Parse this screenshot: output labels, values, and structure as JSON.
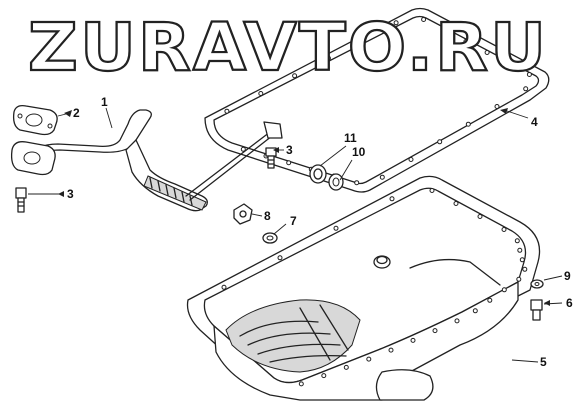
{
  "watermark": "ZURAVTO.RU",
  "callouts": [
    {
      "id": "c1",
      "text": "1"
    },
    {
      "id": "c2",
      "text": "2"
    },
    {
      "id": "c3a",
      "text": "3"
    },
    {
      "id": "c3b",
      "text": "3"
    },
    {
      "id": "c4",
      "text": "4"
    },
    {
      "id": "c5",
      "text": "5"
    },
    {
      "id": "c6",
      "text": "6"
    },
    {
      "id": "c7",
      "text": "7"
    },
    {
      "id": "c8",
      "text": "8"
    },
    {
      "id": "c9",
      "text": "9"
    },
    {
      "id": "c10",
      "text": "10"
    },
    {
      "id": "c11",
      "text": "11"
    }
  ]
}
